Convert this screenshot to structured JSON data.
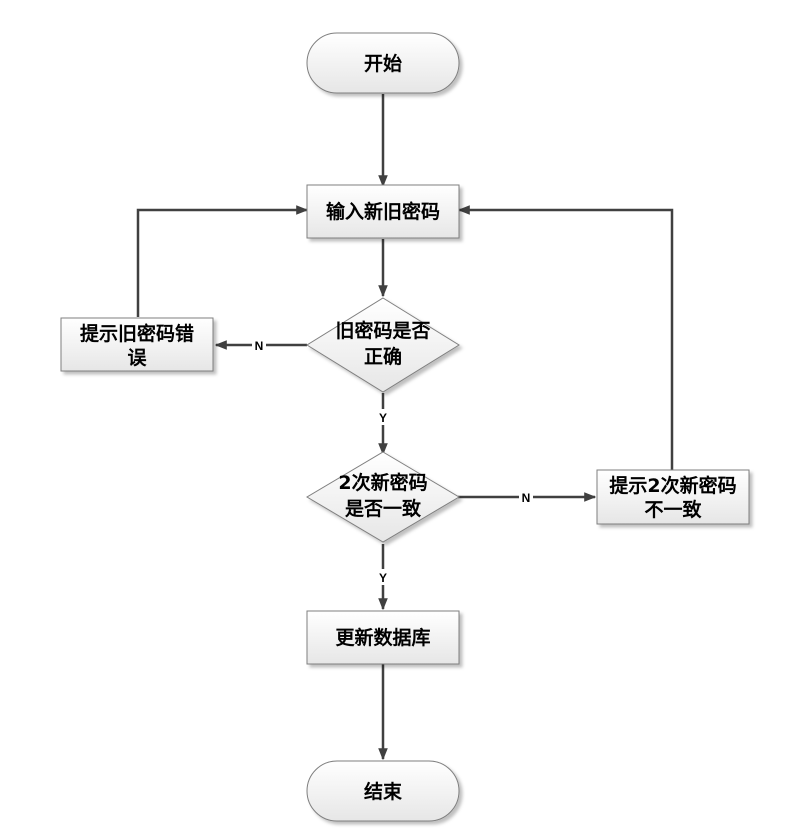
{
  "nodes": {
    "start": "开始",
    "input": "输入新旧密码",
    "check_old_1": "旧密码是否",
    "check_old_2": "正确",
    "err_old_1": "提示旧密码错",
    "err_old_2": "误",
    "check_new_1": "2次新密码",
    "check_new_2": "是否一致",
    "err_new_1": "提示2次新密码",
    "err_new_2": "不一致",
    "update": "更新数据库",
    "end": "结束"
  },
  "edges": {
    "old_no": "N",
    "old_yes": "Y",
    "new_no": "N",
    "new_yes": "Y"
  },
  "colors": {
    "node_fill_top": "#ffffff",
    "node_fill_bottom": "#e6e6e6",
    "node_border": "#7f7f7f",
    "line": "#404040"
  }
}
